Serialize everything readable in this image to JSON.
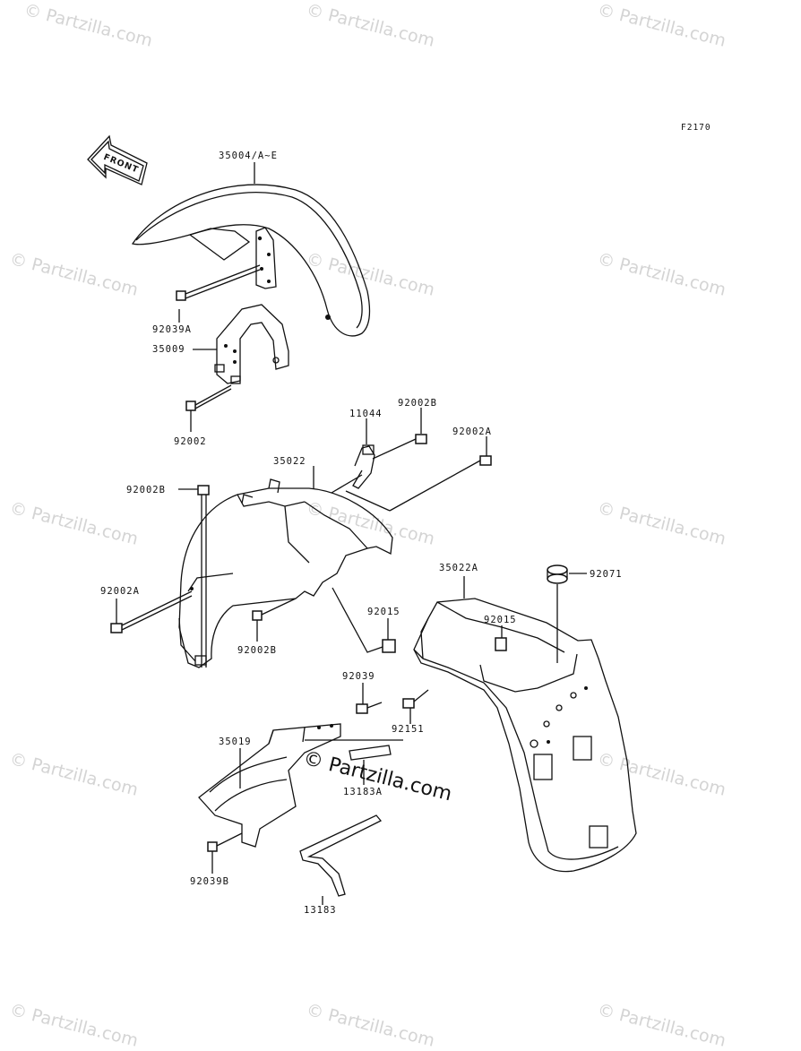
{
  "figure_code": "F2170",
  "front_label": "FRONT",
  "watermark": "© Partzilla.com",
  "copyright": "© Partzilla.com",
  "labels": {
    "l35004": "35004/A~E",
    "l92039A": "92039A",
    "l35009": "35009",
    "l92002": "92002",
    "l11044": "11044",
    "l92002B_top": "92002B",
    "l92002A_right": "92002A",
    "l35022": "35022",
    "l92002B_left": "92002B",
    "l92002A_left": "92002A",
    "l92002B_bottom": "92002B",
    "l35022A": "35022A",
    "l92071": "92071",
    "l92015_a": "92015",
    "l92015_b": "92015",
    "l92039": "92039",
    "l92151": "92151",
    "l35019": "35019",
    "l13183A": "13183A",
    "l92039B": "92039B",
    "l13183": "13183"
  }
}
